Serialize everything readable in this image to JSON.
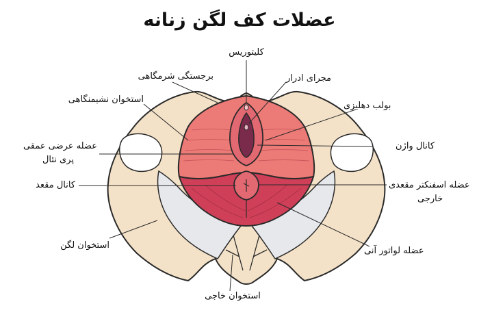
{
  "title": "عضلات کف لگن زنانه",
  "labels": {
    "clitoris": "کلیتوریس",
    "pubic_mound": "برجستگی شرمگاهی",
    "urethra": "مجرای ادرار",
    "ischium": "استخوان نشیمنگاهی",
    "vestibular_bulb": "بولب دهلیزی",
    "deep_transverse_line1": "عضله عرضی عمقی",
    "deep_transverse_line2": "پری نئال",
    "vaginal_canal": "کانال واژن",
    "anal_canal": "کانال مقعد",
    "external_anal_sphincter_line1": "عضله اسفنکتر مقعدی",
    "external_anal_sphincter_line2": "خارجی",
    "pelvic_bone": "استخوان لگن",
    "levator_ani": "عضله لواتور آنی",
    "coccyx": "استخوان خاجی"
  },
  "colors": {
    "bone": "#f4e2c8",
    "muscle_light": "#ec7a76",
    "muscle_dark": "#cf4058",
    "ligament": "#e6e8ec",
    "outline": "#2a2a2a"
  }
}
